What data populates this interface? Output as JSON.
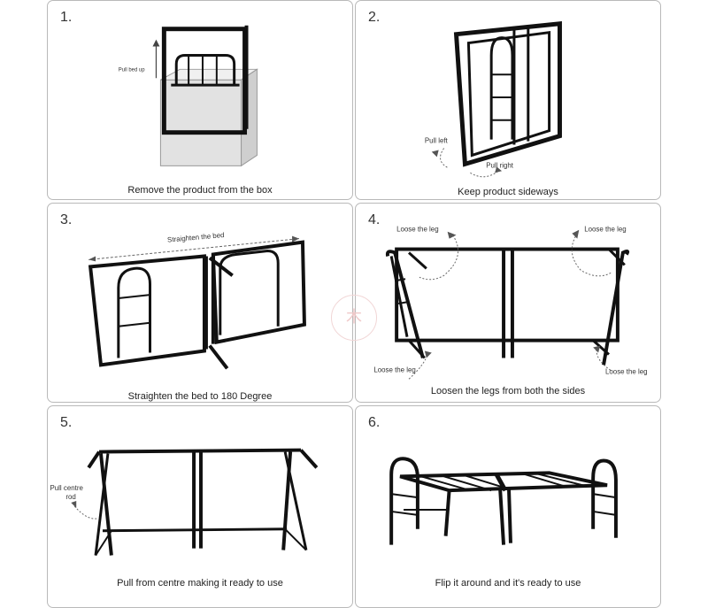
{
  "steps": [
    {
      "number": "1.",
      "caption": "Remove the product from the box",
      "labels": {
        "pull_bed_up": "Pull bed up"
      }
    },
    {
      "number": "2.",
      "caption": "Keep product sideways",
      "labels": {
        "pull_left": "Pull left",
        "pull_right": "Pull right"
      }
    },
    {
      "number": "3.",
      "caption": "Straighten the bed to 180 Degree",
      "labels": {
        "straighten": "Straighten the bed"
      }
    },
    {
      "number": "4.",
      "caption": "Loosen the legs from both the sides",
      "labels": {
        "loose_tl": "Loose the leg",
        "loose_tr": "Loose the leg",
        "loose_bl": "Loose the leg",
        "loose_br": "Loose the leg"
      }
    },
    {
      "number": "5.",
      "caption": "Pull from centre making it ready to use",
      "labels": {
        "pull_centre_1": "Pull centre",
        "pull_centre_2": "rod"
      }
    },
    {
      "number": "6.",
      "caption": "Flip it around and it's ready to use",
      "labels": {}
    }
  ],
  "watermark": "木"
}
